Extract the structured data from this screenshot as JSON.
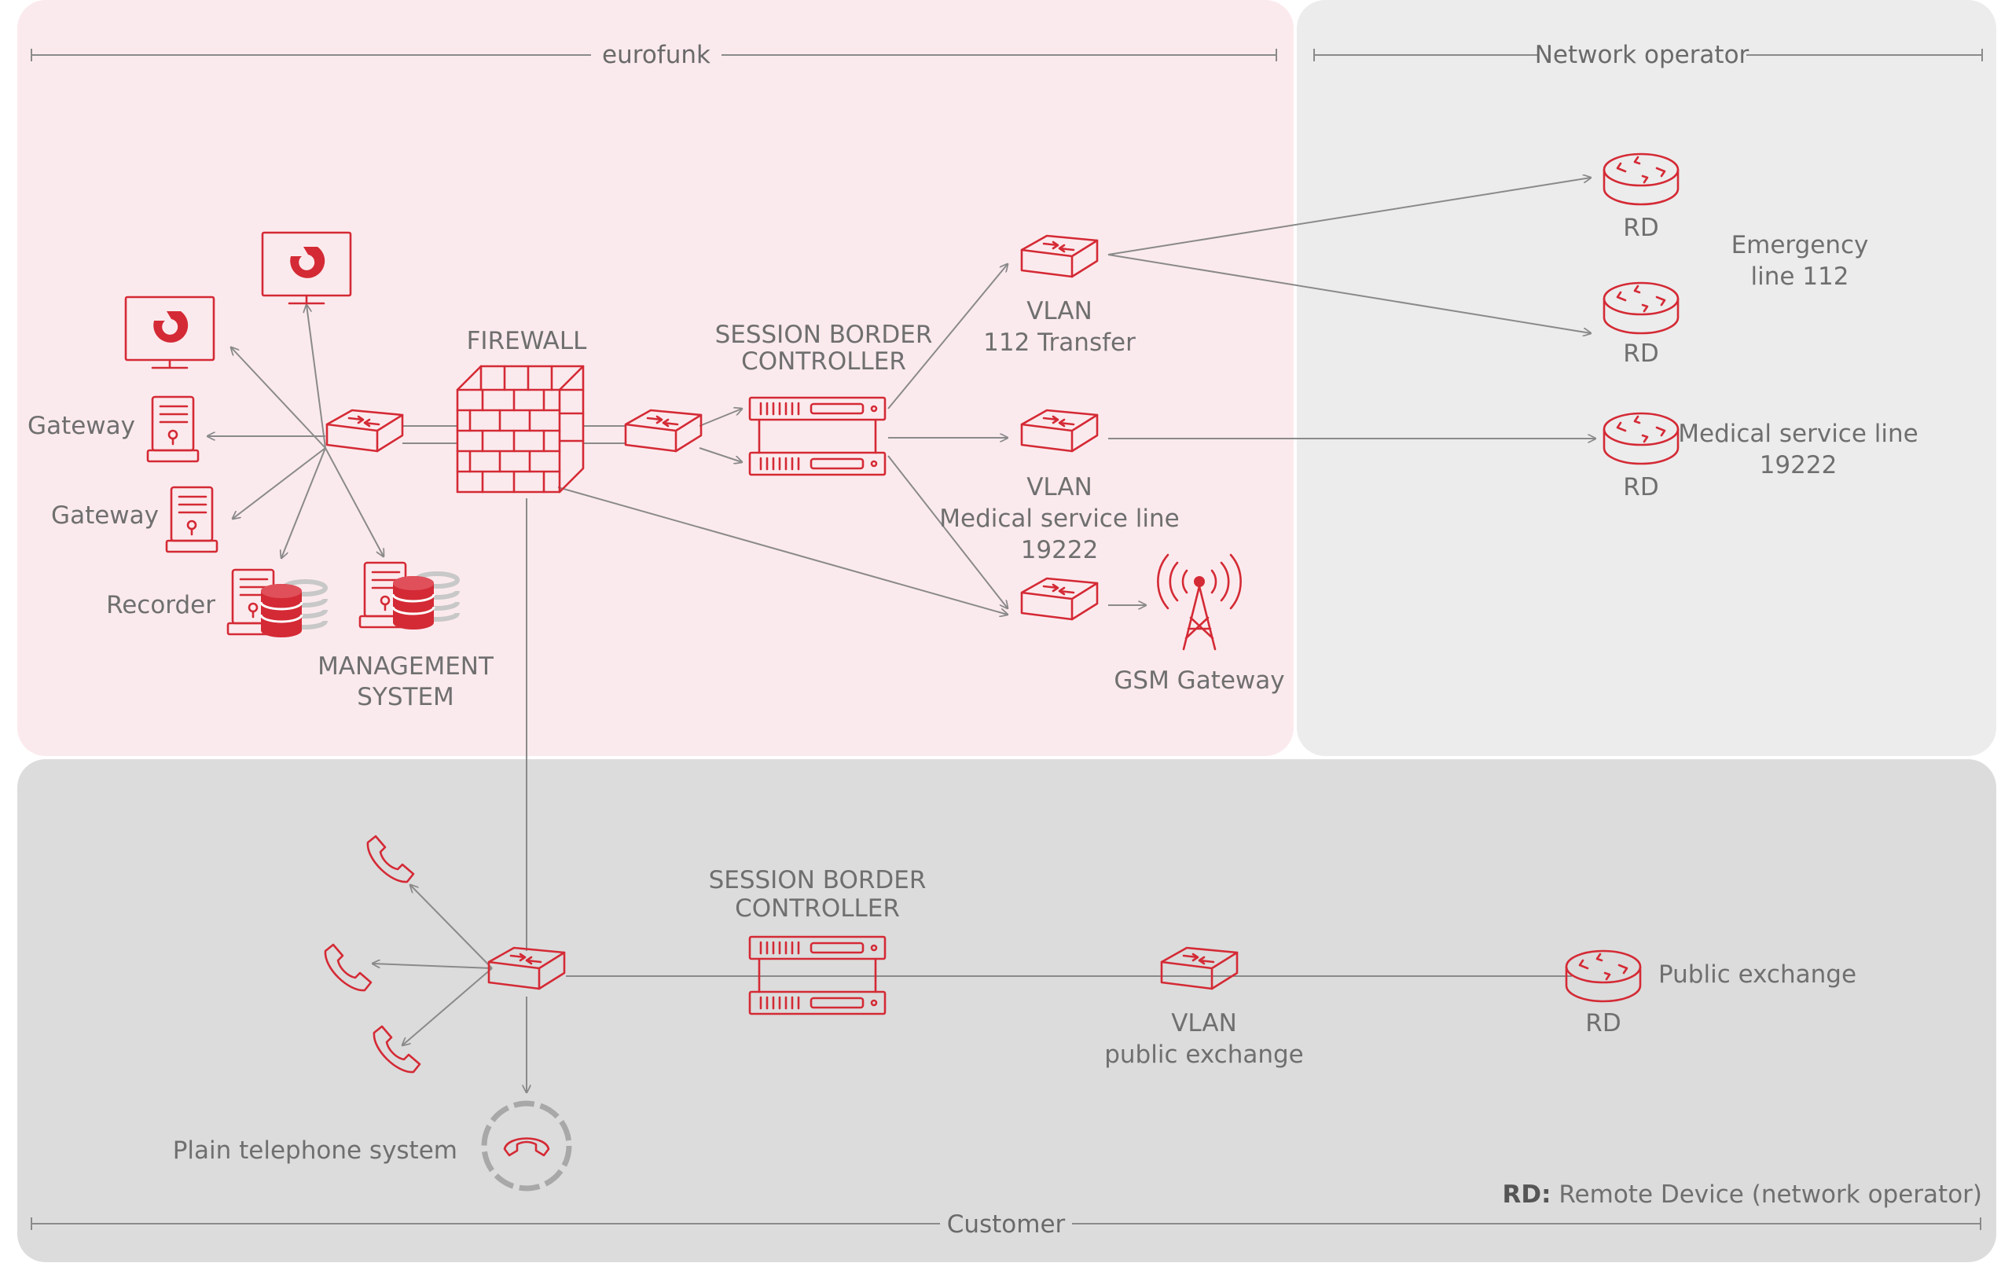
{
  "zones": {
    "eurofunk": "eurofunk",
    "network_operator": "Network operator",
    "customer": "Customer"
  },
  "colors": {
    "accent": "#d42a35",
    "eurofunk_zone": "#fbeaed",
    "operator_zone": "#ececec",
    "customer_zone": "#dcdcdc",
    "line": "#8a8a8a"
  },
  "labels": {
    "gateway_1": "Gateway",
    "gateway_2": "Gateway",
    "recorder": "Recorder",
    "management_1": "MANAGEMENT",
    "management_2": "SYSTEM",
    "firewall": "FIREWALL",
    "sbc_top_1": "SESSION BORDER",
    "sbc_top_2": "CONTROLLER",
    "vlan_112_1": "VLAN",
    "vlan_112_2": "112 Transfer",
    "vlan_med_1": "VLAN",
    "vlan_med_2": "Medical service line",
    "vlan_med_3": "19222",
    "gsm_gateway": "GSM Gateway",
    "rd_1": "RD",
    "rd_2": "RD",
    "rd_3": "RD",
    "emergency_1": "Emergency",
    "emergency_2": "line 112",
    "medical_1": "Medical service line",
    "medical_2": "19222",
    "sbc_bottom_1": "SESSION BORDER",
    "sbc_bottom_2": "CONTROLLER",
    "vlan_public_1": "VLAN",
    "vlan_public_2": "public exchange",
    "rd_public": "RD",
    "public_exchange": "Public exchange",
    "plain_telephone": "Plain telephone system",
    "legend_key": "RD:",
    "legend_text": " Remote Device (network operator)"
  },
  "icons": {
    "monitor": "monitor-icon",
    "server": "server-icon",
    "database": "database-icon",
    "switch": "network-switch-icon",
    "firewall": "firewall-icon",
    "sbc": "session-border-controller-icon",
    "router": "router-icon",
    "antenna": "antenna-icon",
    "phone": "phone-icon",
    "pbx": "telephone-system-icon"
  }
}
